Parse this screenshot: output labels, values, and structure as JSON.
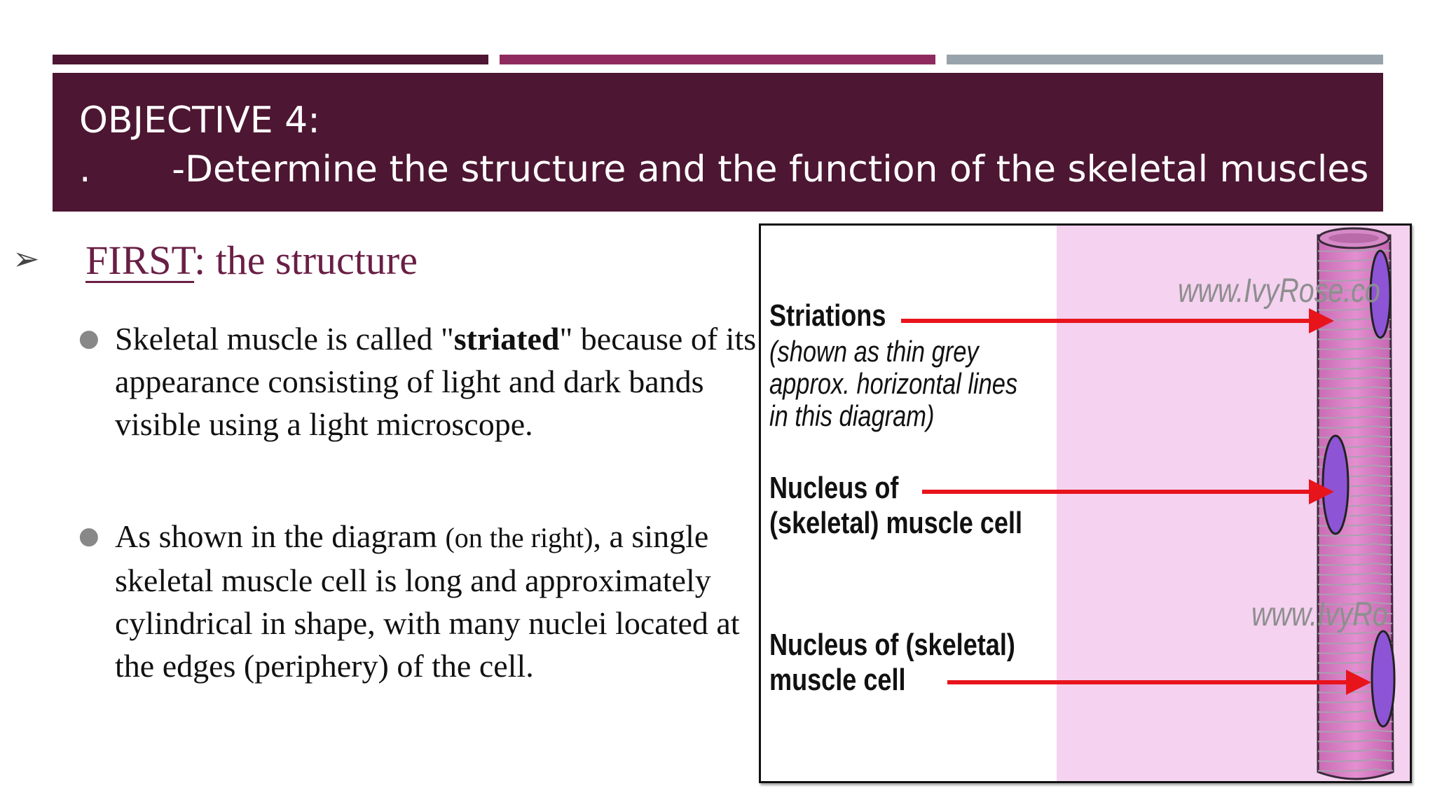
{
  "colors": {
    "bar1": "#4d1632",
    "bar2": "#8e2a5e",
    "bar3": "#98a3ab",
    "banner": "#4d1632",
    "accent": "#6a1f45"
  },
  "banner": {
    "line1": "OBJECTIVE 4:",
    "line2": ".       -Determine the structure and the function of the skeletal muscles"
  },
  "heading": {
    "arrow_icon": "arrow-bullet-icon",
    "first": "FIRST",
    "rest": ": the structure"
  },
  "bullets": [
    {
      "pre": "Skeletal muscle is called \"",
      "bold": "striated",
      "post": "\" because of its appearance consisting of light and dark bands visible using a light microscope."
    },
    {
      "pre": "As shown in the diagram ",
      "small": "(on the right)",
      "post": ", a single skeletal muscle cell is long and approximately cylindrical in shape, with many nuclei located at the edges (periphery) of the cell."
    }
  ],
  "figure": {
    "label1_title": "Striations",
    "label1_note": [
      "(shown as thin grey",
      "approx. horizontal lines",
      "in this diagram)"
    ],
    "label2": [
      "Nucleus of",
      "(skeletal) muscle cell"
    ],
    "label3": [
      "Nucleus of (skeletal)",
      "muscle cell"
    ],
    "watermark1": "www.IvyRose.co",
    "watermark2": "www.IvyRo"
  }
}
